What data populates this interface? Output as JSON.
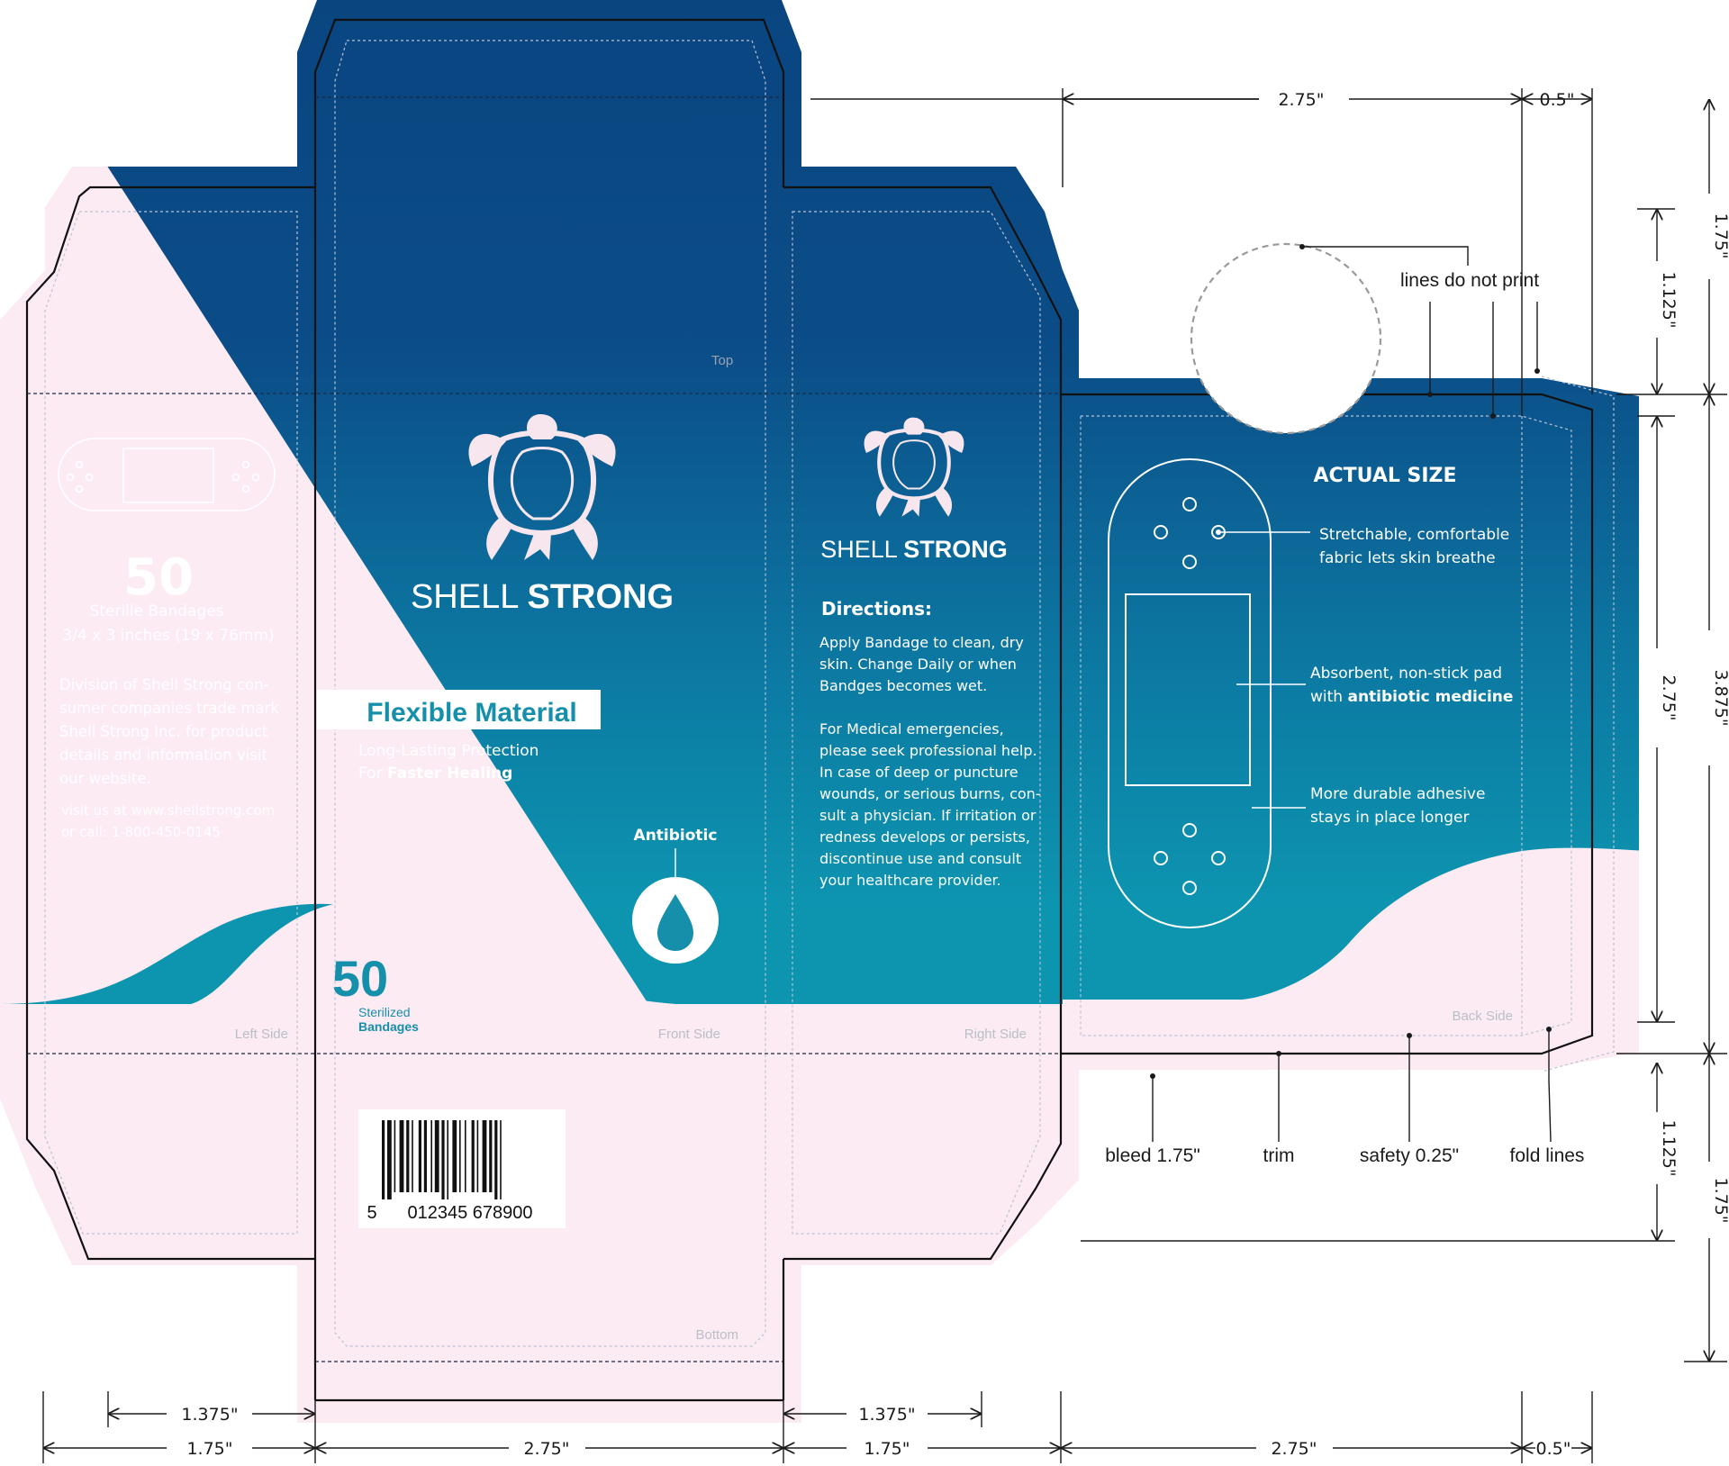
{
  "brand": {
    "light": "SHELL",
    "bold": "STRONG"
  },
  "panels": {
    "top": "Top",
    "front": "Front Side",
    "left": "Left Side",
    "right": "Right Side",
    "back": "Back Side",
    "bottom": "Bottom"
  },
  "left_side": {
    "count": "50",
    "line1": "Sterille Bandages",
    "line2": "3/4 x 3 inches (19 x 76mm)",
    "division": [
      "Division of Shell Strong con-",
      "sumer companies trade mark",
      "Shell Strong Inc. for product",
      "details and information visit",
      "our website."
    ],
    "visit": "visit us at www.shellstrong.com",
    "call": "or call: 1-800-450-0145"
  },
  "front": {
    "banner": "Flexible Material",
    "tag_line1": "Long-Lasting Protection",
    "tag_line2_prefix": "For ",
    "tag_line2_bold": "Faster Healing",
    "antibiotic": "Antibiotic",
    "count": "50",
    "count_sub1": "Sterilized",
    "count_sub2": "Bandages",
    "barcode_first": "5",
    "barcode_rest": "012345 678900"
  },
  "right_side": {
    "heading": "Directions:",
    "para1": [
      "Apply Bandage to clean, dry",
      "skin. Change Daily or when",
      "Bandges becomes wet."
    ],
    "para2": [
      "For Medical emergencies,",
      "please seek professional help.",
      "In case of deep or puncture",
      "wounds, or serious burns, con-",
      "sult a physician. If irritation or",
      "redness develops or persists,",
      "discontinue use and consult",
      "your healthcare provider."
    ]
  },
  "back": {
    "heading": "ACTUAL SIZE",
    "callout1": [
      "Stretchable, comfortable",
      "fabric lets skin breathe"
    ],
    "callout2_line1": "Absorbent, non-stick pad",
    "callout2_prefix": "with ",
    "callout2_bold": "antibiotic medicine",
    "callout3": [
      "More durable adhesive",
      "stays in place longer"
    ]
  },
  "legend": {
    "no_print": "lines do not print",
    "bleed": "bleed 1.75\"",
    "trim": "trim",
    "safety": "safety 0.25\"",
    "fold": "fold lines"
  },
  "dimensions": {
    "top_275": "2.75\"",
    "top_05": "0.5\"",
    "bottom_1375_left": "1.375\"",
    "bottom_175_left": "1.75\"",
    "bottom_275_front": "2.75\"",
    "bottom_1375_right": "1.375\"",
    "bottom_175_right": "1.75\"",
    "bottom_275_back": "2.75\"",
    "bottom_05": "0.5\"",
    "right_175_top": "1.75\"",
    "right_1125_top": "1.125\"",
    "right_275": "2.75\"",
    "right_3875": "3.875\"",
    "right_1125_bottom": "1.125\"",
    "right_175_bottom": "1.75\""
  },
  "colors": {
    "navy": "#0a4580",
    "teal": "#0d8fae",
    "pink": "#fdebf3",
    "accent_teal": "#168fab"
  }
}
